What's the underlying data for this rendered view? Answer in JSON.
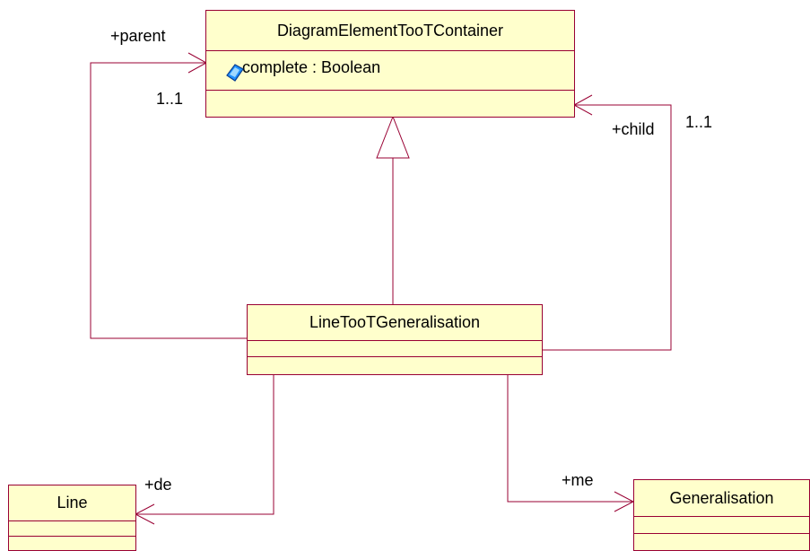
{
  "colors": {
    "class_fill": "#ffffcc",
    "line": "#990033",
    "icon": "#1e90ff"
  },
  "classes": {
    "container": {
      "name": "DiagramElementTooTContainer",
      "attribute": "complete : Boolean"
    },
    "link": {
      "name": "LineTooTGeneralisation"
    },
    "line": {
      "name": "Line"
    },
    "generalisation": {
      "name": "Generalisation"
    }
  },
  "roles": {
    "parent": "+parent",
    "parent_mult": "1..1",
    "child": "+child",
    "child_mult": "1..1",
    "de": "+de",
    "me": "+me"
  },
  "icons": {
    "attribute": "attribute-icon"
  }
}
